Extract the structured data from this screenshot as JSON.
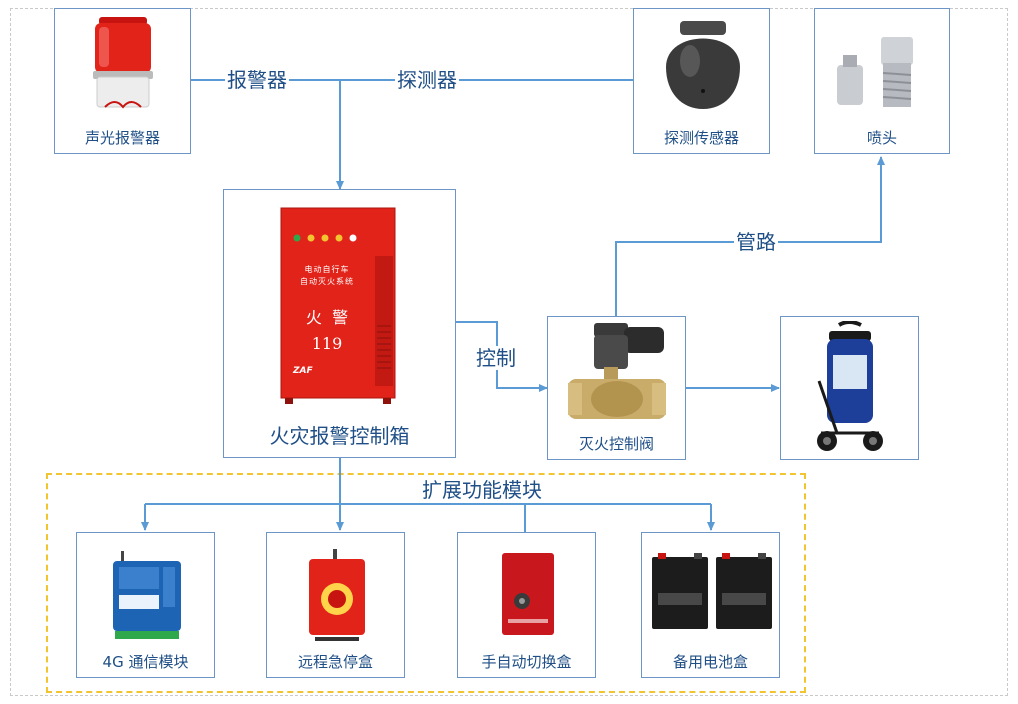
{
  "devices": {
    "alarm": {
      "label": "声光报警器"
    },
    "detector": {
      "label": "探测传感器"
    },
    "nozzle": {
      "label": "喷头"
    },
    "control_box": {
      "label": "火灾报警控制箱",
      "panel_title_1": "电动自行车",
      "panel_title_2": "自动灭火系统",
      "panel_fire": "火  警",
      "panel_number": "119",
      "brand": "ZAF"
    },
    "valve": {
      "label": "灭火控制阀"
    },
    "extinguisher": {
      "label": ""
    }
  },
  "connections": {
    "alarm_line": "报警器",
    "detector_line": "探测器",
    "control_line": "控制",
    "pipe_line": "管路"
  },
  "extension": {
    "title": "扩展功能模块",
    "modules": [
      {
        "label": "4G 通信模块"
      },
      {
        "label": "远程急停盒"
      },
      {
        "label": "手自动切换盒"
      },
      {
        "label": "备用电池盒"
      }
    ]
  },
  "colors": {
    "line": "#5b9bd5",
    "box_border": "#6d95c6",
    "text": "#1f4f86",
    "ext_border": "#f2c530",
    "device_red": "#e2231a"
  }
}
